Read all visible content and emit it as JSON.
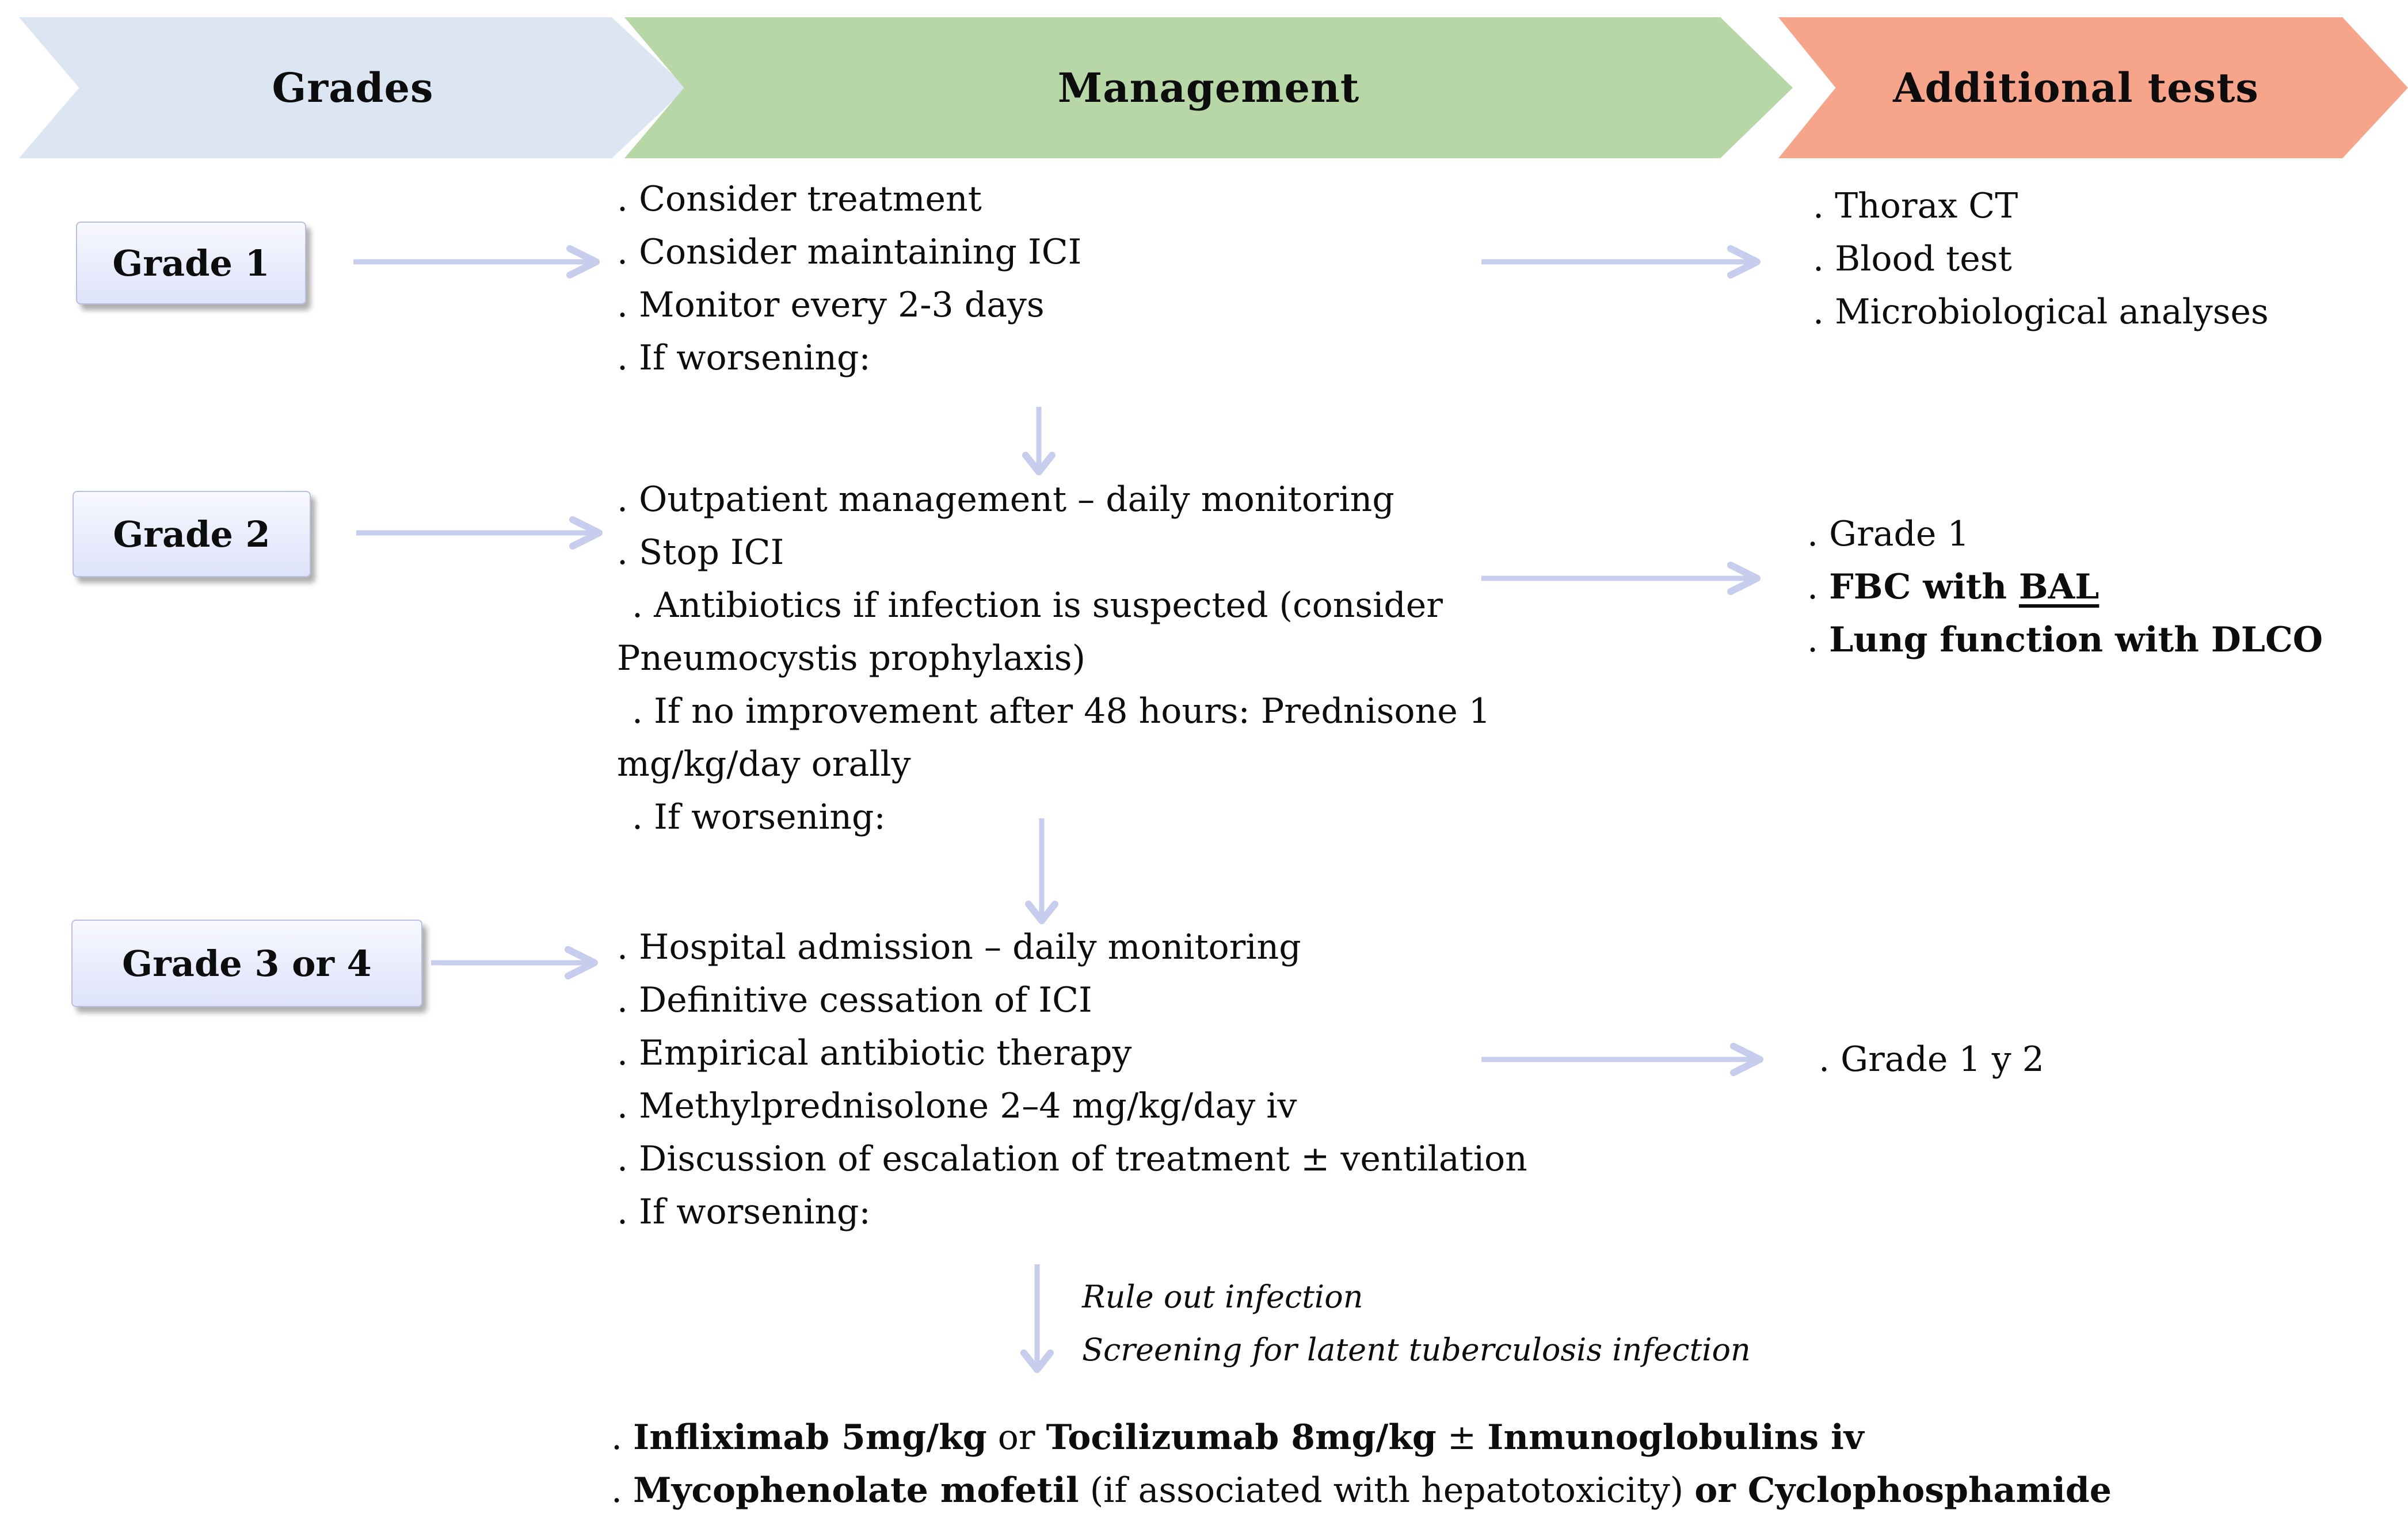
{
  "figure": {
    "type": "clinical-management-flowchart",
    "columns": [
      "Grades",
      "Management",
      "Additional tests"
    ]
  },
  "header": {
    "grades": "Grades",
    "management": "Management",
    "additional_tests": "Additional tests"
  },
  "colors": {
    "grades_band": "#dce6f2",
    "management_band": "#b7d7a7",
    "additional_tests_band": "#f6a58a",
    "grade_box_fill": "#e9ecfc",
    "grade_box_border": "#b9c0df",
    "arrow": "#c7cdec",
    "text": "#0d0d0d"
  },
  "grade1": {
    "label": "Grade 1",
    "management_lines": [
      ". Consider treatment",
      ". Consider maintaining ICI",
      ". Monitor every 2-3 days",
      ". If worsening:"
    ],
    "tests_lines": [
      ". Thorax CT",
      ". Blood test",
      ". Microbiological analyses"
    ]
  },
  "grade2": {
    "label": "Grade 2",
    "management_lines": [
      ". Outpatient management – daily monitoring",
      ". Stop ICI",
      ". Antibiotics if infection is suspected (consider",
      "Pneumocystis prophylaxis)",
      ". If no improvement after 48 hours: Prednisone 1",
      "mg/kg/day orally",
      ". If worsening:"
    ],
    "tests_line1": ". Grade 1",
    "tests_line2_prefix": ". ",
    "tests_line2_bold": "FBC with ",
    "tests_line2_underlined": "BAL",
    "tests_line3_prefix": ". ",
    "tests_line3_bold": "Lung function with DLCO"
  },
  "grade3": {
    "label": "Grade 3 or 4",
    "management_lines": [
      ". Hospital admission – daily monitoring",
      ". Definitive cessation of ICI",
      ". Empirical antibiotic therapy",
      ". Methylprednisolone 2–4 mg/kg/day iv",
      ". Discussion of escalation of treatment ± ventilation",
      ". If worsening:"
    ],
    "tests_lines": [
      ". Grade 1 y 2"
    ]
  },
  "worsening_note": {
    "line1": "Rule out infection",
    "line2": "Screening for latent tuberculosis infection"
  },
  "final_treatment": {
    "line1": {
      "p0": ". ",
      "b1": "Infliximab 5mg/kg",
      "p2": " or ",
      "b3": "Tocilizumab 8mg/kg",
      "p4": " ± ",
      "b5": "Inmunoglobulins iv"
    },
    "line2": {
      "p0": ". ",
      "b1": "Mycophenolate mofetil",
      "p2": " (if associated with hepatotoxicity) ",
      "b3": "or Cyclophosphamide"
    }
  }
}
